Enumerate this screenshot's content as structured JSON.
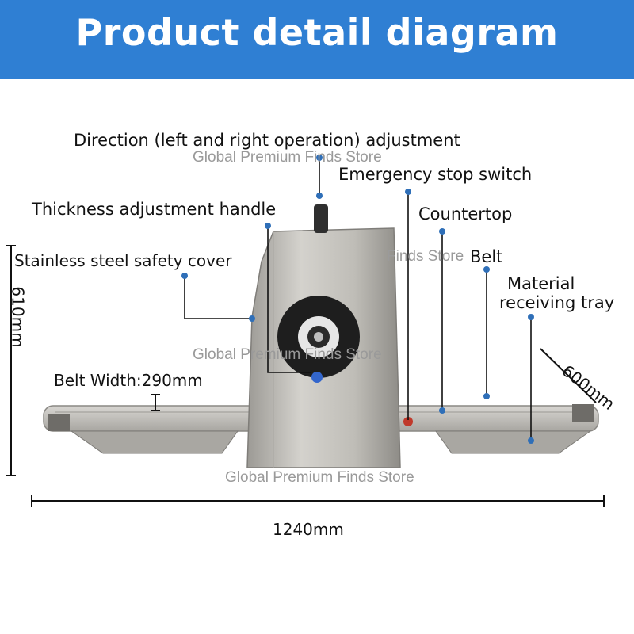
{
  "title": "Product detail diagram",
  "labels": {
    "direction": "Direction (left and right operation) adjustment",
    "emergency": "Emergency stop switch",
    "thickness": "Thickness adjustment handle",
    "countertop": "Countertop",
    "safety_cover": "Stainless steel safety cover",
    "belt": "Belt",
    "material_line1": "Material",
    "material_line2": "receiving tray"
  },
  "dimensions": {
    "height": "610mm",
    "depth": "600mm",
    "belt_width": "Belt Width:290mm",
    "length": "1240mm"
  },
  "watermark": "Global Premium Finds Store",
  "watermark_fragment": "Finds Store",
  "colors": {
    "banner": "#2f7fd3",
    "leader_dot": "#2f6fb8",
    "steel": "#b8b6b0"
  }
}
